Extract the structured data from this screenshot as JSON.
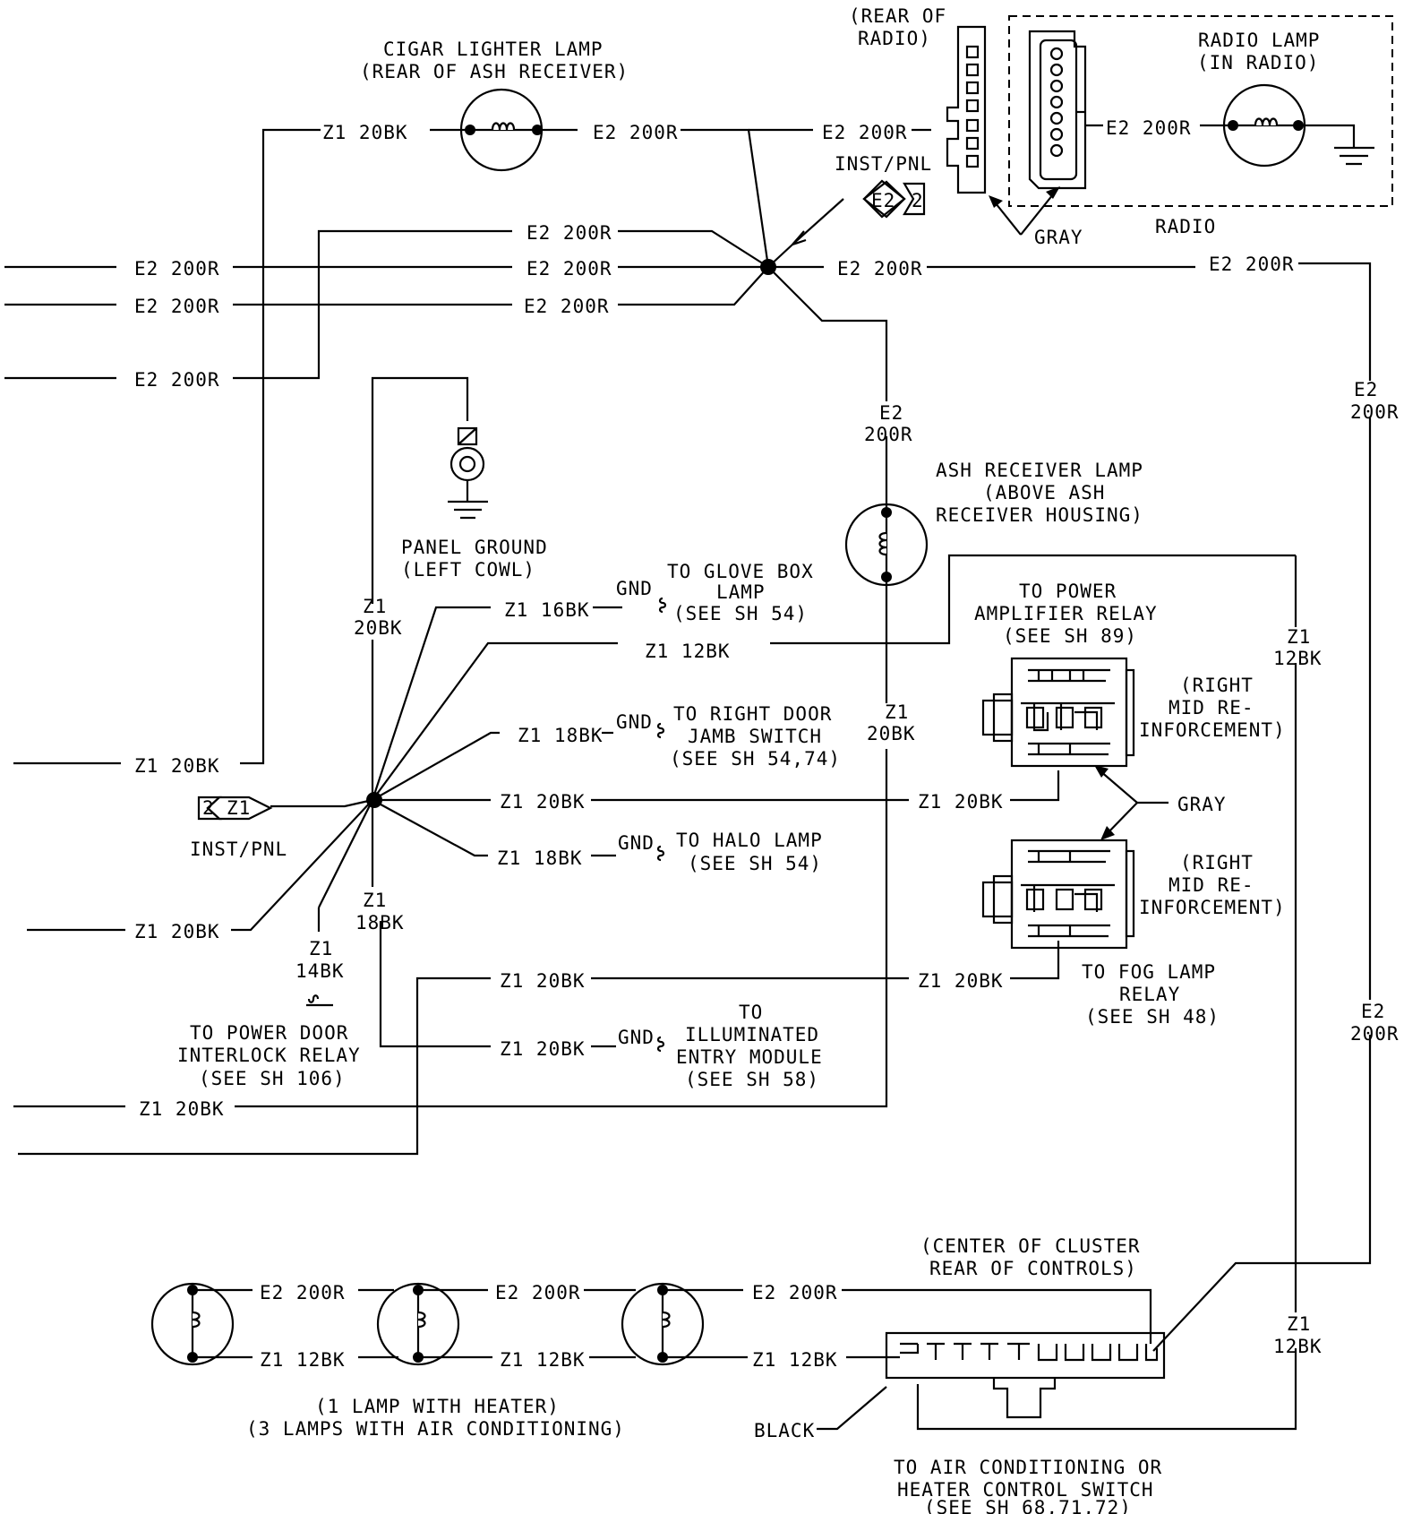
{
  "labels": {
    "cigar_title_1": "CIGAR LIGHTER LAMP",
    "cigar_title_2": "(REAR OF ASH RECEIVER)",
    "rear_radio_1": "(REAR OF",
    "rear_radio_2": "RADIO)",
    "radio_lamp_1": "RADIO LAMP",
    "radio_lamp_2": "(IN RADIO)",
    "inst_pnl": "INST/PNL",
    "e2_box": "E2",
    "two": "2",
    "gray": "GRAY",
    "radio": "RADIO",
    "panel_ground_1": "PANEL GROUND",
    "panel_ground_2": "(LEFT COWL)",
    "ash_1": "ASH RECEIVER LAMP",
    "ash_2": "(ABOVE ASH",
    "ash_3": "RECEIVER HOUSING)",
    "glove_1": "TO GLOVE BOX",
    "glove_2": "LAMP",
    "glove_3": "(SEE SH 54)",
    "pwr_amp_1": "TO POWER",
    "pwr_amp_2": "AMPLIFIER RELAY",
    "pwr_amp_3": "(SEE SH 89)",
    "right_mid_1": "(RIGHT",
    "right_mid_2": "MID RE-",
    "right_mid_3": "INFORCEMENT)",
    "rdoor_1": "TO RIGHT DOOR",
    "rdoor_2": "JAMB SWITCH",
    "rdoor_3": "(SEE SH 54,74)",
    "halo_1": "TO HALO LAMP",
    "halo_2": "(SEE SH 54)",
    "fog_1": "TO FOG LAMP",
    "fog_2": "RELAY",
    "fog_3": "(SEE SH 48)",
    "pdl_1": "TO POWER DOOR",
    "pdl_2": "INTERLOCK RELAY",
    "pdl_3": "(SEE SH 106)",
    "entry_1": "TO",
    "entry_2": "ILLUMINATED",
    "entry_3": "ENTRY MODULE",
    "entry_4": "(SEE SH 58)",
    "gnd": "GND",
    "cluster_1": "(CENTER OF CLUSTER",
    "cluster_2": "REAR OF CONTROLS)",
    "lamps_1": "(1 LAMP WITH HEATER)",
    "lamps_2": "(3 LAMPS WITH AIR CONDITIONING)",
    "black": "BLACK",
    "ac_1": "TO AIR CONDITIONING OR",
    "ac_2": "HEATER CONTROL SWITCH",
    "ac_3": "(SEE SH 68,71,72)"
  },
  "wires": {
    "e2_200r": "E2 200R",
    "e2": "E2",
    "r200": "200R",
    "z1_20bk": "Z1 20BK",
    "z1_16bk": "Z1 16BK",
    "z1_12bk": "Z1 12BK",
    "z1_18bk": "Z1 18BK",
    "z1": "Z1",
    "bk20": "20BK",
    "bk12": "12BK",
    "bk18": "18BK",
    "bk14": "14BK"
  },
  "connector_ids": {
    "z1": "Z1",
    "two": "2"
  }
}
